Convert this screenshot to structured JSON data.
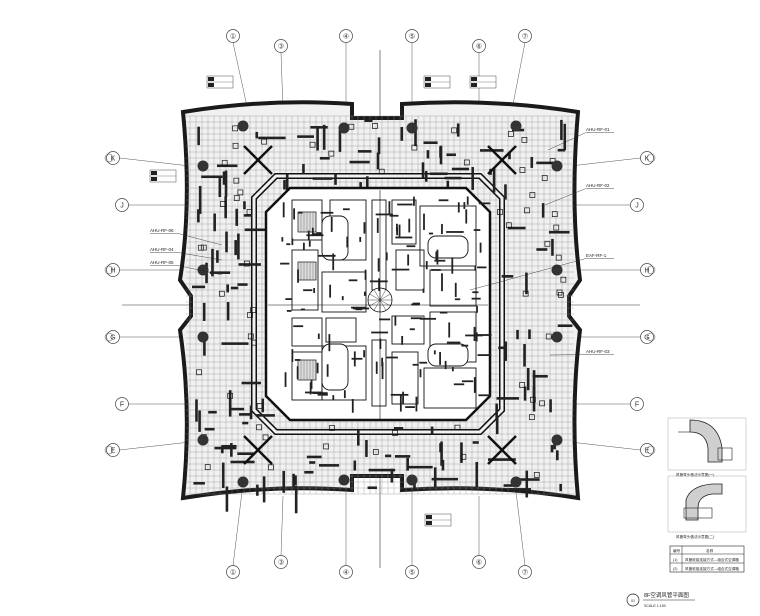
{
  "drawing": {
    "vertical_grids": [
      "①",
      "③",
      "④",
      "⑤",
      "⑥",
      "⑦"
    ],
    "horizontal_grids_left": [
      "K",
      "J",
      "H",
      "G",
      "F",
      "E"
    ],
    "horizontal_grids_right": [
      "K",
      "J",
      "H",
      "G",
      "F",
      "E"
    ],
    "zone_tags": [
      "AHU-RF-01",
      "AHU-RF-02",
      "EAF-RF-1",
      "AHU-RF-03",
      "AHU-RF-06",
      "AHU-RF-04",
      "AHU-RF-05"
    ],
    "title": "8F空调风管平面图",
    "scale": "SCALE 1:150",
    "sheet_no": "01",
    "legend": {
      "header": [
        "编号",
        "名称"
      ],
      "rows": [
        {
          "code": "(1)",
          "name": "风管软接连接方式—组合式空调箱"
        },
        {
          "code": "(2)",
          "name": "风管软接连接方式—组合式空调箱"
        }
      ]
    },
    "details": [
      "风管弯头做法示意图(一)",
      "风管弯头做法示意图(二)"
    ]
  }
}
